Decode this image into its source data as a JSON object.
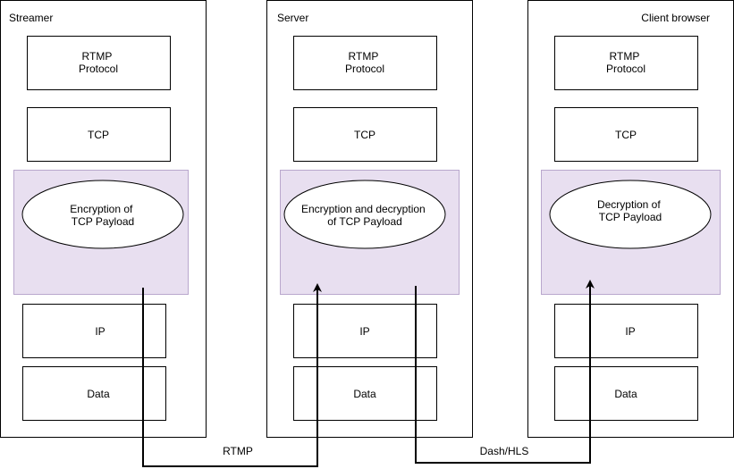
{
  "colors": {
    "stroke": "#000000",
    "background": "#ffffff",
    "crypto_fill": "#e8dff0",
    "crypto_stroke": "#b9a7cd"
  },
  "columns": [
    {
      "title": "Streamer",
      "rtmp": [
        "RTMP",
        "Protocol"
      ],
      "tcp": "TCP",
      "crypto": [
        "Encryption of",
        "TCP Payload"
      ],
      "ip": "IP",
      "data": "Data"
    },
    {
      "title": "Server",
      "rtmp": [
        "RTMP",
        "Protocol"
      ],
      "tcp": "TCP",
      "crypto": [
        "Encryption and decryption",
        "of TCP Payload"
      ],
      "ip": "IP",
      "data": "Data"
    },
    {
      "title": "Client browser",
      "rtmp": [
        "RTMP",
        "Protocol"
      ],
      "tcp": "TCP",
      "crypto": [
        "Decryption of",
        "TCP Payload"
      ],
      "ip": "IP",
      "data": "Data"
    }
  ],
  "connections": [
    {
      "label": "RTMP",
      "from": "Streamer",
      "to": "Server"
    },
    {
      "label": "Dash/HLS",
      "from": "Server",
      "to": "Client browser"
    }
  ]
}
